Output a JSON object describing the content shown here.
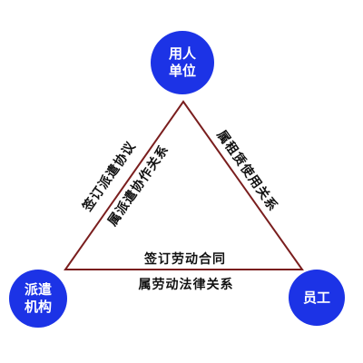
{
  "colors": {
    "node_fill": "#1c33e6",
    "node_text": "#ffffff",
    "edge": "#7a1e1e",
    "label_text": "#111111"
  },
  "nodes": {
    "employer": {
      "line1": "用人",
      "line2": "单位"
    },
    "agency": {
      "line1": "派遣",
      "line2": "机构"
    },
    "employee": {
      "line1": "员工"
    }
  },
  "edges": {
    "left_outer": "签订派遣协议",
    "left_inner": "属派遣协作关系",
    "right_outer": "属租赁使用关系",
    "bottom_inner": "签订劳动合同",
    "bottom_outer": "属劳动法律关系"
  }
}
